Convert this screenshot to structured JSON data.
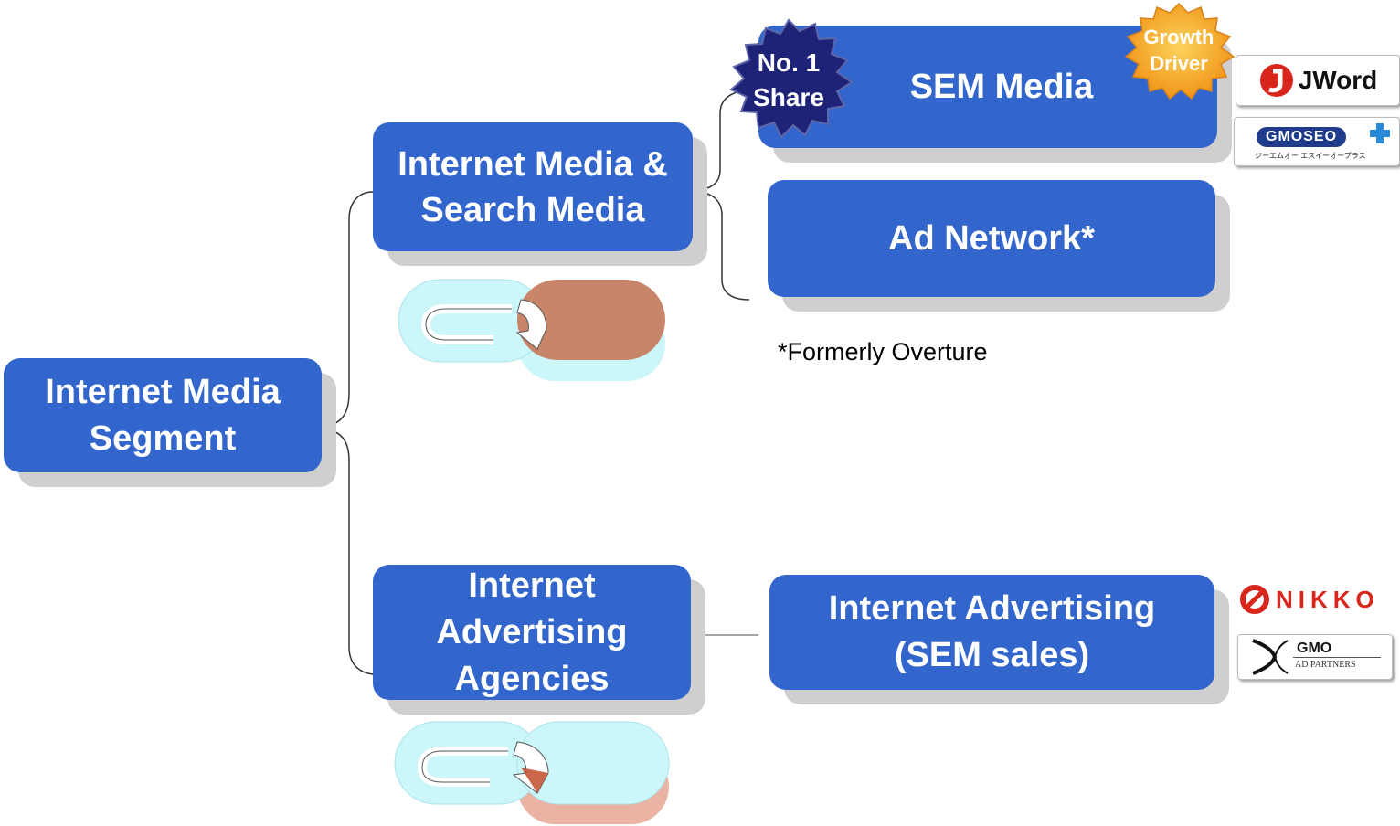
{
  "diagram": {
    "root": {
      "line1": "Internet Media",
      "line2": "Segment"
    },
    "search_media": {
      "line1": "Internet Media &",
      "line2": "Search Media"
    },
    "agencies": {
      "line1": "Internet",
      "line2": "Advertising",
      "line3": "Agencies"
    },
    "sem_media": {
      "label": "SEM Media"
    },
    "ad_network": {
      "label": "Ad Network*"
    },
    "internet_advertising": {
      "line1": "Internet Advertising",
      "line2": "(SEM sales)"
    },
    "footnote": "*Formerly Overture",
    "badges": {
      "no1_share": {
        "line1": "No. 1",
        "line2": "Share"
      },
      "growth_driver": {
        "line1": "Growth",
        "line2": "Driver"
      }
    },
    "logos": {
      "jword": "JWord",
      "gmoseo": "GMOSEO",
      "gmoseo_sub": "ジーエムオー エスイーオープラス",
      "nikko": "NIKKO",
      "gmo_ad": "GMO",
      "gmo_ad_sub": "AD PARTNERS"
    }
  },
  "colors": {
    "box_blue": "#3366cc",
    "shadow": "#cfcfcf",
    "badge_navy": "#1f2378",
    "badge_orange": "#f5a21f",
    "jword_red": "#d9261c",
    "nikko_red": "#d9261c",
    "cycle_brown": "#c8856a",
    "cycle_cyan": "#ccf7fa",
    "cycle_salmon": "#eab3a3"
  }
}
